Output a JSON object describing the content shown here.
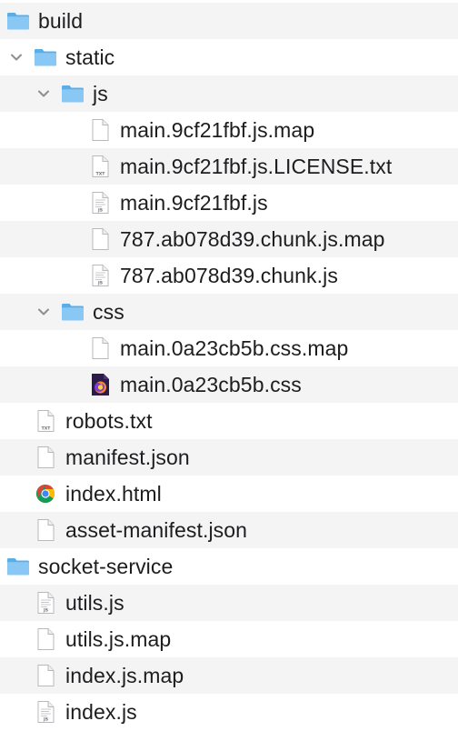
{
  "window_title": "",
  "tree": [
    {
      "label": "build",
      "type": "folder",
      "depth": 0,
      "expanded": true
    },
    {
      "label": "static",
      "type": "folder",
      "depth": 1,
      "expanded": true
    },
    {
      "label": "js",
      "type": "folder",
      "depth": 2,
      "expanded": true
    },
    {
      "label": "main.9cf21fbf.js.map",
      "type": "file",
      "icon": "blank-document-icon",
      "depth": 3
    },
    {
      "label": "main.9cf21fbf.js.LICENSE.txt",
      "type": "file",
      "icon": "txt-document-icon",
      "badge": "TXT",
      "depth": 3
    },
    {
      "label": "main.9cf21fbf.js",
      "type": "file",
      "icon": "js-document-icon",
      "badge": "JS",
      "depth": 3
    },
    {
      "label": "787.ab078d39.chunk.js.map",
      "type": "file",
      "icon": "blank-document-icon",
      "depth": 3
    },
    {
      "label": "787.ab078d39.chunk.js",
      "type": "file",
      "icon": "js-document-icon",
      "badge": "JS",
      "depth": 3
    },
    {
      "label": "css",
      "type": "folder",
      "depth": 2,
      "expanded": true
    },
    {
      "label": "main.0a23cb5b.css.map",
      "type": "file",
      "icon": "blank-document-icon",
      "depth": 3
    },
    {
      "label": "main.0a23cb5b.css",
      "type": "file",
      "icon": "firefox-css-icon",
      "depth": 3
    },
    {
      "label": "robots.txt",
      "type": "file",
      "icon": "txt-document-icon",
      "badge": "TXT",
      "depth": 1
    },
    {
      "label": "manifest.json",
      "type": "file",
      "icon": "blank-document-icon",
      "depth": 1
    },
    {
      "label": "index.html",
      "type": "file",
      "icon": "chrome-html-icon",
      "depth": 1
    },
    {
      "label": "asset-manifest.json",
      "type": "file",
      "icon": "blank-document-icon",
      "depth": 1
    },
    {
      "label": "socket-service",
      "type": "folder",
      "depth": 0,
      "expanded": true
    },
    {
      "label": "utils.js",
      "type": "file",
      "icon": "js-document-icon",
      "badge": "JS",
      "depth": 1
    },
    {
      "label": "utils.js.map",
      "type": "file",
      "icon": "blank-document-icon",
      "depth": 1
    },
    {
      "label": "index.js.map",
      "type": "file",
      "icon": "blank-document-icon",
      "depth": 1
    },
    {
      "label": "index.js",
      "type": "file",
      "icon": "js-document-icon",
      "badge": "JS",
      "depth": 1
    }
  ],
  "colors": {
    "stripe": "#f4f4f5",
    "folder_back": "#5aaee8",
    "folder_front": "#89c8f4",
    "chevron": "#8e8e93",
    "text": "#1d1d1f"
  }
}
